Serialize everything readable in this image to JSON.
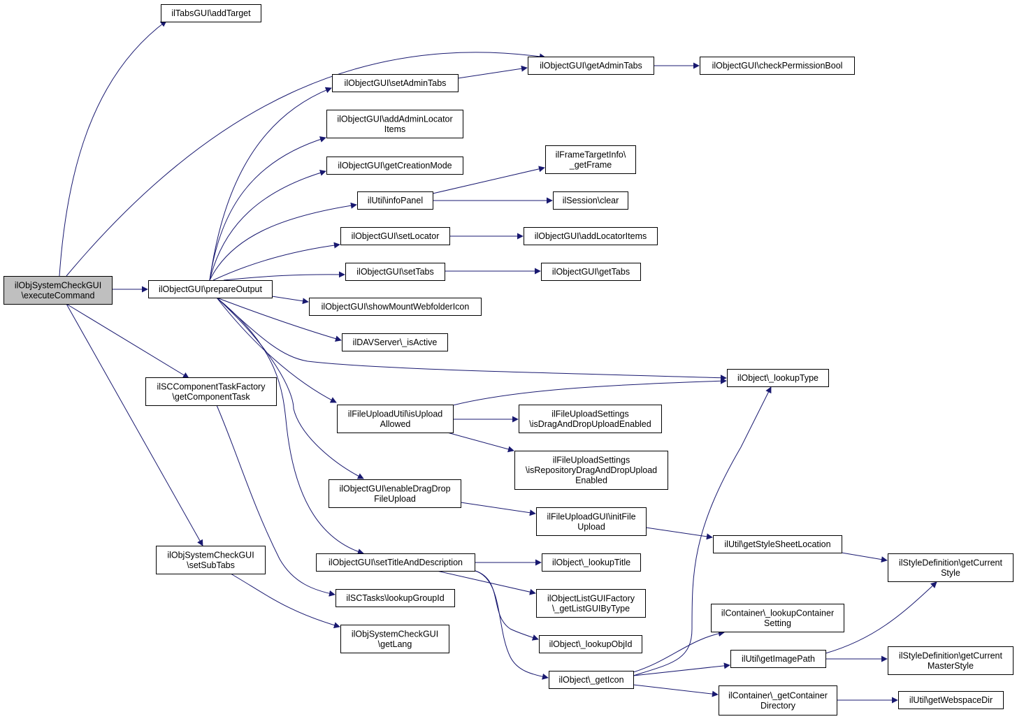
{
  "nodes": [
    {
      "id": "root",
      "lines": [
        "ilObjSystemCheckGUI",
        "\\executeCommand"
      ],
      "root": true
    },
    {
      "id": "tabsAddTarget",
      "lines": [
        "ilTabsGUI\\addTarget"
      ]
    },
    {
      "id": "getAdminTabs",
      "lines": [
        "ilObjectGUI\\getAdminTabs"
      ]
    },
    {
      "id": "checkPermissionBool",
      "lines": [
        "ilObjectGUI\\checkPermissionBool"
      ]
    },
    {
      "id": "setAdminTabs",
      "lines": [
        "ilObjectGUI\\setAdminTabs"
      ]
    },
    {
      "id": "addAdminLocatorItems",
      "lines": [
        "ilObjectGUI\\addAdminLocator",
        "Items"
      ]
    },
    {
      "id": "getFrame",
      "lines": [
        "ilFrameTargetInfo\\",
        "_getFrame"
      ]
    },
    {
      "id": "getCreationMode",
      "lines": [
        "ilObjectGUI\\getCreationMode"
      ]
    },
    {
      "id": "infoPanel",
      "lines": [
        "ilUtil\\infoPanel"
      ]
    },
    {
      "id": "sessionClear",
      "lines": [
        "ilSession\\clear"
      ]
    },
    {
      "id": "setLocator",
      "lines": [
        "ilObjectGUI\\setLocator"
      ]
    },
    {
      "id": "addLocatorItems",
      "lines": [
        "ilObjectGUI\\addLocatorItems"
      ]
    },
    {
      "id": "prepareOutput",
      "lines": [
        "ilObjectGUI\\prepareOutput"
      ]
    },
    {
      "id": "setTabs",
      "lines": [
        "ilObjectGUI\\setTabs"
      ]
    },
    {
      "id": "getTabs",
      "lines": [
        "ilObjectGUI\\getTabs"
      ]
    },
    {
      "id": "showMountWebfolderIcon",
      "lines": [
        "ilObjectGUI\\showMountWebfolderIcon"
      ]
    },
    {
      "id": "davIsActive",
      "lines": [
        "ilDAVServer\\_isActive"
      ]
    },
    {
      "id": "lookupType",
      "lines": [
        "ilObject\\_lookupType"
      ]
    },
    {
      "id": "getComponentTask",
      "lines": [
        "ilSCComponentTaskFactory",
        "\\getComponentTask"
      ]
    },
    {
      "id": "isUploadAllowed",
      "lines": [
        "ilFileUploadUtil\\isUpload",
        "Allowed"
      ]
    },
    {
      "id": "isDragAndDropUploadEnabled",
      "lines": [
        "ilFileUploadSettings",
        "\\isDragAndDropUploadEnabled"
      ]
    },
    {
      "id": "isRepositoryDragAndDropUploadEnabled",
      "lines": [
        "ilFileUploadSettings",
        "\\isRepositoryDragAndDropUpload",
        "Enabled"
      ]
    },
    {
      "id": "enableDragDropFileUpload",
      "lines": [
        "ilObjectGUI\\enableDragDrop",
        "FileUpload"
      ]
    },
    {
      "id": "initFileUpload",
      "lines": [
        "ilFileUploadGUI\\initFile",
        "Upload"
      ]
    },
    {
      "id": "getStyleSheetLocation",
      "lines": [
        "ilUtil\\getStyleSheetLocation"
      ]
    },
    {
      "id": "setSubTabs",
      "lines": [
        "ilObjSystemCheckGUI",
        "\\setSubTabs"
      ]
    },
    {
      "id": "setTitleAndDescription",
      "lines": [
        "ilObjectGUI\\setTitleAndDescription"
      ]
    },
    {
      "id": "lookupTitle",
      "lines": [
        "ilObject\\_lookupTitle"
      ]
    },
    {
      "id": "getCurrentStyle",
      "lines": [
        "ilStyleDefinition\\getCurrent",
        "Style"
      ]
    },
    {
      "id": "lookupGroupId",
      "lines": [
        "ilSCTasks\\lookupGroupId"
      ]
    },
    {
      "id": "getListGUIByType",
      "lines": [
        "ilObjectListGUIFactory",
        "\\_getListGUIByType"
      ]
    },
    {
      "id": "lookupContainerSetting",
      "lines": [
        "ilContainer\\_lookupContainer",
        "Setting"
      ]
    },
    {
      "id": "getLang",
      "lines": [
        "ilObjSystemCheckGUI",
        "\\getLang"
      ]
    },
    {
      "id": "lookupObjId",
      "lines": [
        "ilObject\\_lookupObjId"
      ]
    },
    {
      "id": "getImagePath",
      "lines": [
        "ilUtil\\getImagePath"
      ]
    },
    {
      "id": "getCurrentMasterStyle",
      "lines": [
        "ilStyleDefinition\\getCurrent",
        "MasterStyle"
      ]
    },
    {
      "id": "getIcon",
      "lines": [
        "ilObject\\_getIcon"
      ]
    },
    {
      "id": "getContainerDirectory",
      "lines": [
        "ilContainer\\_getContainer",
        "Directory"
      ]
    },
    {
      "id": "getWebspaceDir",
      "lines": [
        "ilUtil\\getWebspaceDir"
      ]
    }
  ],
  "edges": [
    {
      "from": "root",
      "to": "tabsAddTarget"
    },
    {
      "from": "root",
      "to": "getAdminTabs"
    },
    {
      "from": "root",
      "to": "prepareOutput"
    },
    {
      "from": "root",
      "to": "getComponentTask"
    },
    {
      "from": "root",
      "to": "setSubTabs"
    },
    {
      "from": "getAdminTabs",
      "to": "checkPermissionBool"
    },
    {
      "from": "setAdminTabs",
      "to": "getAdminTabs"
    },
    {
      "from": "infoPanel",
      "to": "getFrame"
    },
    {
      "from": "infoPanel",
      "to": "sessionClear"
    },
    {
      "from": "setLocator",
      "to": "addLocatorItems"
    },
    {
      "from": "setTabs",
      "to": "getTabs"
    },
    {
      "from": "prepareOutput",
      "to": "setAdminTabs"
    },
    {
      "from": "prepareOutput",
      "to": "addAdminLocatorItems"
    },
    {
      "from": "prepareOutput",
      "to": "getCreationMode"
    },
    {
      "from": "prepareOutput",
      "to": "infoPanel"
    },
    {
      "from": "prepareOutput",
      "to": "setLocator"
    },
    {
      "from": "prepareOutput",
      "to": "setTabs"
    },
    {
      "from": "prepareOutput",
      "to": "showMountWebfolderIcon"
    },
    {
      "from": "prepareOutput",
      "to": "davIsActive"
    },
    {
      "from": "prepareOutput",
      "to": "lookupType"
    },
    {
      "from": "prepareOutput",
      "to": "isUploadAllowed"
    },
    {
      "from": "prepareOutput",
      "to": "enableDragDropFileUpload"
    },
    {
      "from": "prepareOutput",
      "to": "setTitleAndDescription"
    },
    {
      "from": "getComponentTask",
      "to": "lookupGroupId"
    },
    {
      "from": "setSubTabs",
      "to": "getLang"
    },
    {
      "from": "isUploadAllowed",
      "to": "lookupType"
    },
    {
      "from": "isUploadAllowed",
      "to": "isDragAndDropUploadEnabled"
    },
    {
      "from": "isUploadAllowed",
      "to": "isRepositoryDragAndDropUploadEnabled"
    },
    {
      "from": "enableDragDropFileUpload",
      "to": "initFileUpload"
    },
    {
      "from": "initFileUpload",
      "to": "getStyleSheetLocation"
    },
    {
      "from": "getStyleSheetLocation",
      "to": "getCurrentStyle"
    },
    {
      "from": "setTitleAndDescription",
      "to": "lookupTitle"
    },
    {
      "from": "setTitleAndDescription",
      "to": "getListGUIByType"
    },
    {
      "from": "setTitleAndDescription",
      "to": "lookupObjId"
    },
    {
      "from": "setTitleAndDescription",
      "to": "getIcon"
    },
    {
      "from": "getIcon",
      "to": "lookupType"
    },
    {
      "from": "getIcon",
      "to": "lookupContainerSetting"
    },
    {
      "from": "getIcon",
      "to": "getImagePath"
    },
    {
      "from": "getIcon",
      "to": "getContainerDirectory"
    },
    {
      "from": "getImagePath",
      "to": "getCurrentStyle"
    },
    {
      "from": "getImagePath",
      "to": "getCurrentMasterStyle"
    },
    {
      "from": "getContainerDirectory",
      "to": "getWebspaceDir"
    }
  ]
}
